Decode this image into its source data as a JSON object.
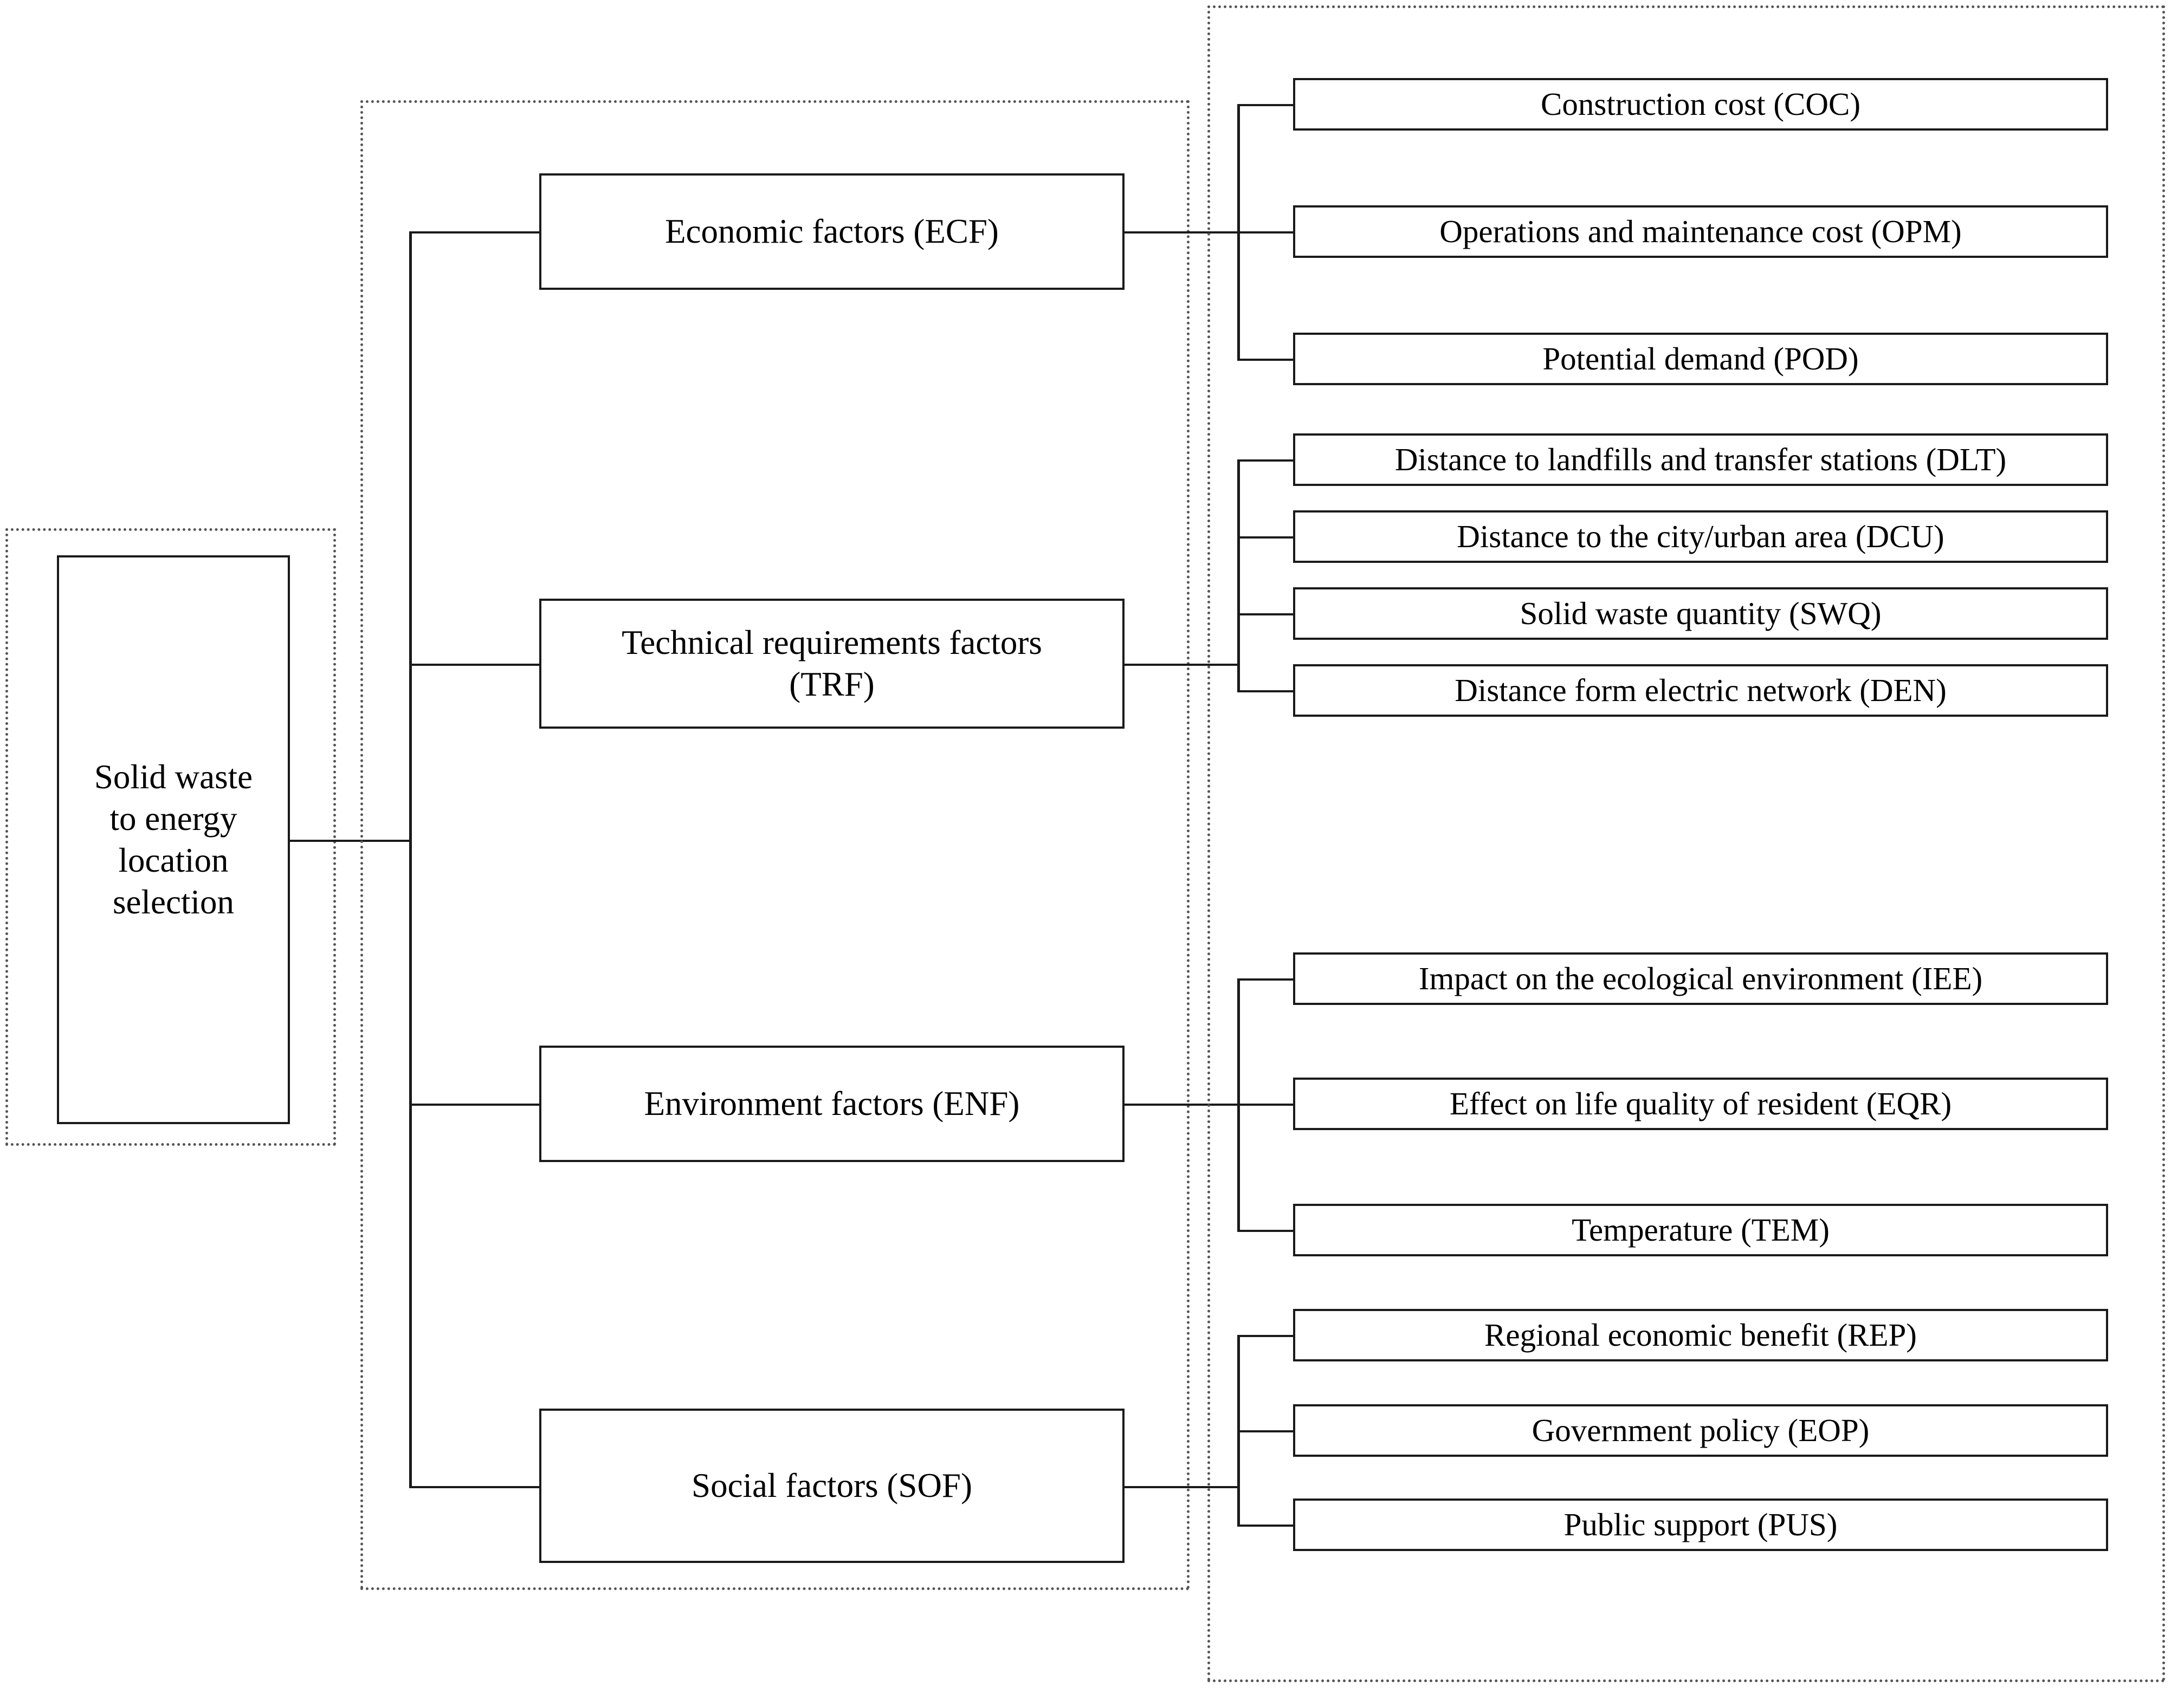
{
  "diagram": {
    "type": "hierarchy",
    "levels": [
      "goal",
      "criteria",
      "sub-criteria"
    ],
    "colors": {
      "box_border": "#1a1a1a",
      "container_border": "#555555",
      "connector": "#1a1a1a",
      "background": "#ffffff",
      "text": "#000000"
    }
  },
  "goal": {
    "label": "Solid waste to energy location selection",
    "lines": [
      "Solid waste",
      "to energy",
      "location",
      "selection"
    ]
  },
  "criteria": [
    {
      "id": "ECF",
      "label": "Economic factors (ECF)",
      "lines": [
        "Economic factors (ECF)"
      ],
      "subcriteria": [
        {
          "id": "COC",
          "label": "Construction cost  (COC)"
        },
        {
          "id": "OPM",
          "label": "Operations and maintenance cost (OPM)"
        },
        {
          "id": "POD",
          "label": "Potential demand (POD)"
        }
      ]
    },
    {
      "id": "TRF",
      "label": "Technical requirements factors (TRF)",
      "lines": [
        "Technical requirements factors",
        "(TRF)"
      ],
      "subcriteria": [
        {
          "id": "DLT",
          "label": "Distance to landfills and transfer stations (DLT)"
        },
        {
          "id": "DCU",
          "label": "Distance to the city/urban area (DCU)"
        },
        {
          "id": "SWQ",
          "label": "Solid waste quantity (SWQ)"
        },
        {
          "id": "DEN",
          "label": "Distance form electric network (DEN)"
        }
      ]
    },
    {
      "id": "ENF",
      "label": "Environment factors (ENF)",
      "lines": [
        "Environment factors (ENF)"
      ],
      "subcriteria": [
        {
          "id": "IEE",
          "label": "Impact on the ecological environment (IEE)"
        },
        {
          "id": "EQR",
          "label": "Effect on life quality of resident (EQR)"
        },
        {
          "id": "TEM",
          "label": "Temperature (TEM)"
        }
      ]
    },
    {
      "id": "SOF",
      "label": "Social factors (SOF)",
      "lines": [
        "Social factors (SOF)"
      ],
      "subcriteria": [
        {
          "id": "REP",
          "label": "Regional economic benefit (REP)"
        },
        {
          "id": "EOP",
          "label": "Government policy (EOP)"
        },
        {
          "id": "PUS",
          "label": "Public support (PUS)"
        }
      ]
    }
  ]
}
